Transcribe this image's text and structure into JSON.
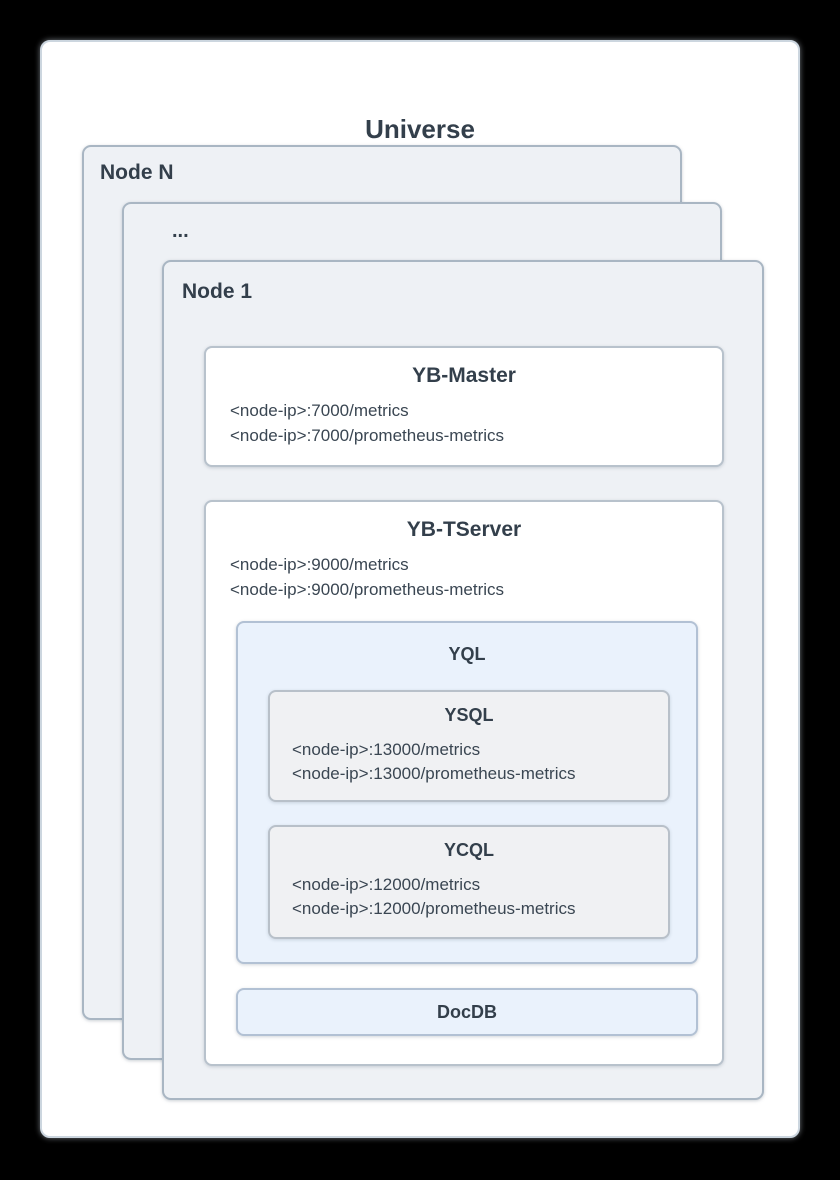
{
  "diagram": {
    "title": "Universe",
    "nodes": {
      "node_n_label": "Node N",
      "ellipsis_label": "...",
      "node_1_label": "Node 1"
    },
    "yb_master": {
      "title": "YB-Master",
      "lines": [
        "<node-ip>:7000/metrics",
        "<node-ip>:7000/prometheus-metrics"
      ]
    },
    "yb_tserver": {
      "title": "YB-TServer",
      "lines": [
        "<node-ip>:9000/metrics",
        "<node-ip>:9000/prometheus-metrics"
      ]
    },
    "yql": {
      "title": "YQL"
    },
    "ysql": {
      "title": "YSQL",
      "lines": [
        "<node-ip>:13000/metrics",
        "<node-ip>:13000/prometheus-metrics"
      ]
    },
    "ycql": {
      "title": "YCQL",
      "lines": [
        "<node-ip>:12000/metrics",
        "<node-ip>:12000/prometheus-metrics"
      ]
    },
    "docdb": {
      "title": "DocDB"
    }
  },
  "colors": {
    "page_background": "#000000",
    "card_background": "#ffffff",
    "node_background": "#eef1f5",
    "blue_box_background": "#eaf2fc",
    "gray_box_background": "#f0f1f3",
    "border": "#a9b6c3",
    "heading_text": "#333f4b",
    "body_text": "#3a4652"
  }
}
